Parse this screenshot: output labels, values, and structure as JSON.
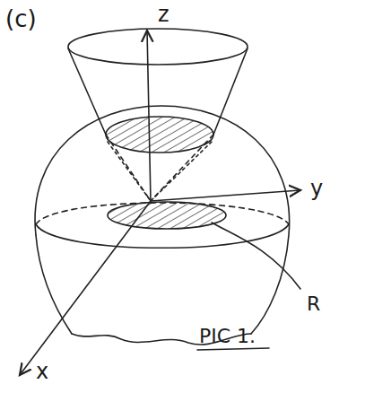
{
  "diagram": {
    "labels": [
      "(c)",
      "z",
      "y",
      "x",
      "R",
      "PIC 1."
    ]
  }
}
